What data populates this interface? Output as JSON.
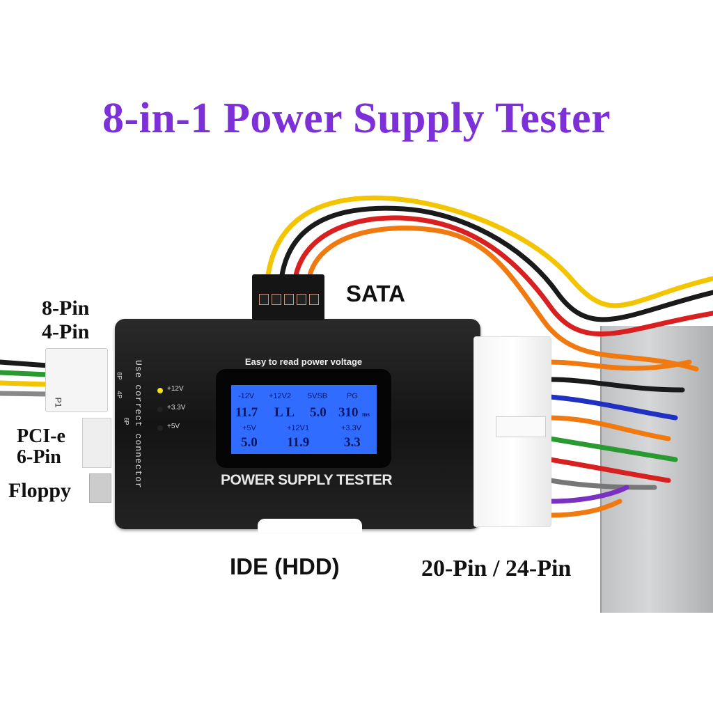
{
  "title": "8-in-1 Power Supply Tester",
  "callouts": {
    "sata": "SATA",
    "eight_pin": "8-Pin",
    "four_pin": "4-Pin",
    "pcie": "PCI-e",
    "six_pin": "6-Pin",
    "floppy": "Floppy",
    "ide": "IDE (HDD)",
    "atx": "20-Pin / 24-Pin"
  },
  "device": {
    "tagline": "Easy to read power voltage",
    "brand_label": "POWER SUPPLY TESTER",
    "side_text": "Use correct connector",
    "connector_marks": [
      "8P",
      "4P",
      "6P"
    ],
    "connector_label": "P1",
    "leds": [
      {
        "label": "+12V",
        "color": "#f3e21c",
        "lit": true
      },
      {
        "label": "+3.3V",
        "color": "#222222",
        "lit": false
      },
      {
        "label": "+5V",
        "color": "#222222",
        "lit": false
      }
    ],
    "lcd": {
      "row1_headers": [
        "-12V",
        "+12V2",
        "5VSB",
        "PG"
      ],
      "row1_values": [
        "11.7",
        "L L",
        "5.0",
        "310"
      ],
      "pg_unit": "ms",
      "row2_headers": [
        "+5V",
        "+12V1",
        "+3.3V"
      ],
      "row2_values": [
        "5.0",
        "11.9",
        "3.3"
      ],
      "backlight_color": "#2f6cff"
    }
  },
  "colors": {
    "title": "#7d2fd8"
  }
}
